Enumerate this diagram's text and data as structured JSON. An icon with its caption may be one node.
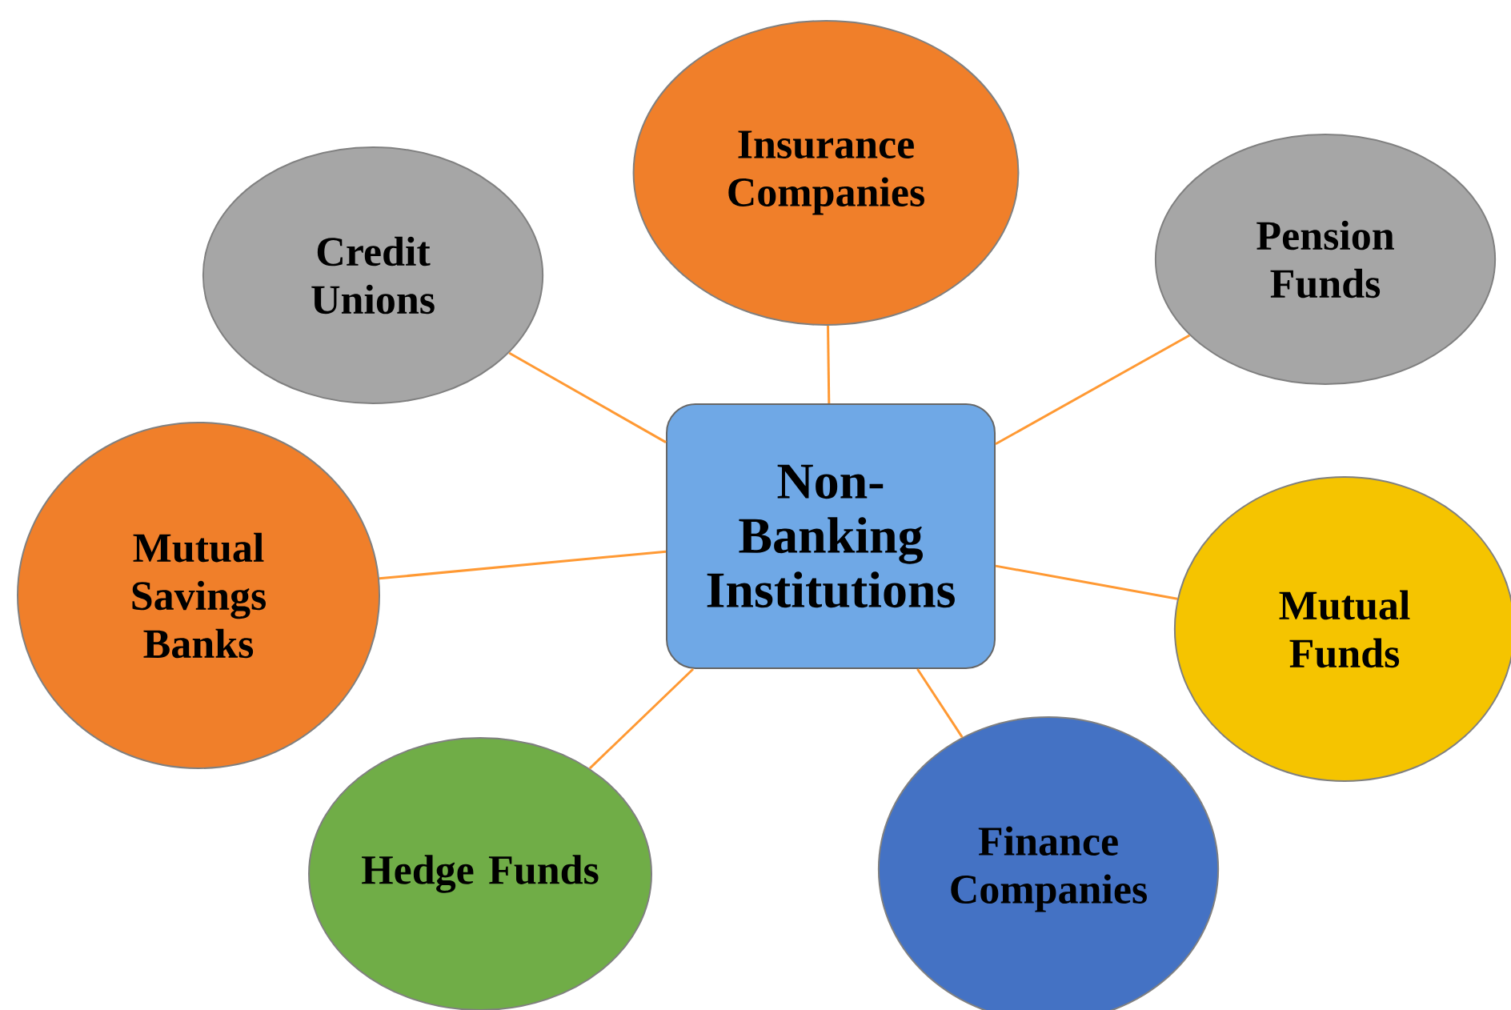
{
  "diagram": {
    "nodes": [
      {
        "text": [
          "Insurance Companies"
        ]
      },
      {
        "text": [
          "Credit Unions"
        ]
      },
      {
        "text": [
          "Pension Funds"
        ]
      },
      {
        "text": [
          "Non-Banking Institutions"
        ]
      },
      {
        "text": [
          "Mutual Savings Banks"
        ]
      },
      {
        "text": [
          "Mutual Funds"
        ]
      },
      {
        "text": [
          "Hedge Funds"
        ]
      },
      {
        "text": [
          "Finance Companies"
        ]
      }
    ],
    "edges": [
      {
        "from": 3,
        "to": 0,
        "arrow": "none"
      },
      {
        "from": 3,
        "to": 1,
        "arrow": "none"
      },
      {
        "from": 3,
        "to": 2,
        "arrow": "none"
      },
      {
        "from": 3,
        "to": 4,
        "arrow": "none"
      },
      {
        "from": 3,
        "to": 5,
        "arrow": "none"
      },
      {
        "from": 3,
        "to": 6,
        "arrow": "none"
      },
      {
        "from": 3,
        "to": 7,
        "arrow": "none"
      }
    ]
  }
}
